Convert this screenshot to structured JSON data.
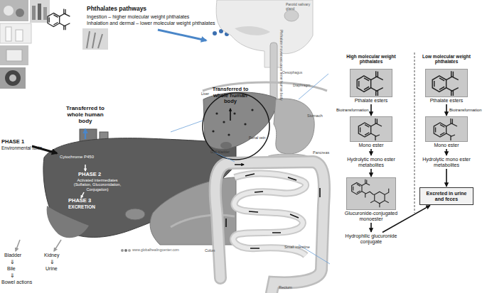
{
  "diagram": {
    "nodes": [
      {
        "text": [
          "Pthalate esters"
        ]
      },
      {
        "text": [
          "Mono ester"
        ]
      },
      {
        "text": [
          "Hydrolytic mono ester metabolites"
        ]
      },
      {
        "text": [
          "Glucuronide-conjugated monoester"
        ]
      },
      {
        "text": [
          "Hydrophilic glucuronide conjugate"
        ]
      },
      {
        "text": [
          "Pthalate esters"
        ]
      },
      {
        "text": [
          "Mono ester"
        ]
      },
      {
        "text": [
          "Hydrolytic mono ester metabolites"
        ]
      },
      {
        "text": [
          "Excreted in urine and feces"
        ]
      }
    ],
    "edges": [
      {
        "from": 0,
        "to": 1,
        "label": "Biotransformation",
        "arrow": "to"
      },
      {
        "from": 1,
        "to": 2,
        "arrow": "to"
      },
      {
        "from": 2,
        "to": 3,
        "arrow": "to"
      },
      {
        "from": 3,
        "to": 4,
        "arrow": "to"
      },
      {
        "from": 5,
        "to": 6,
        "label": "Biotransformation",
        "arrow": "to"
      },
      {
        "from": 6,
        "to": 7,
        "arrow": "to"
      },
      {
        "from": 7,
        "to": 8,
        "arrow": "to"
      },
      {
        "from": 4,
        "to": 8,
        "arrow": "to"
      }
    ],
    "labels": [
      "Phthalates pathways",
      "Ingestion – higher molecular weight phthalates",
      "Inhalation and dermal – lower molecular weight phthalates",
      "Parotid salivary gland",
      "Phthalate movement once enter human body",
      "Oesophagus",
      "Diaphragm",
      "Transferred to whole human body",
      "Liver",
      "Gall bladder",
      "Portal vein",
      "Stomach",
      "Pancreas",
      "Colon",
      "Small intestine",
      "Rectum",
      "Transferred to whole human body",
      "PHASE 1",
      "Environmental toxin",
      "Cytochrome P450",
      "PHASE 2",
      "Activated intermediates (Sulfation, Glucoronidation, Conjugation)",
      "PHASE 3",
      "EXCRETION",
      "Bladder",
      "⇓",
      "Bile",
      "⇓",
      "Bowel actions",
      "Kidney",
      "⇓",
      "Urine",
      "www.globalhealingcenter.com",
      "High molecular weight phthalates",
      "Low molecular weight phthalates"
    ]
  }
}
